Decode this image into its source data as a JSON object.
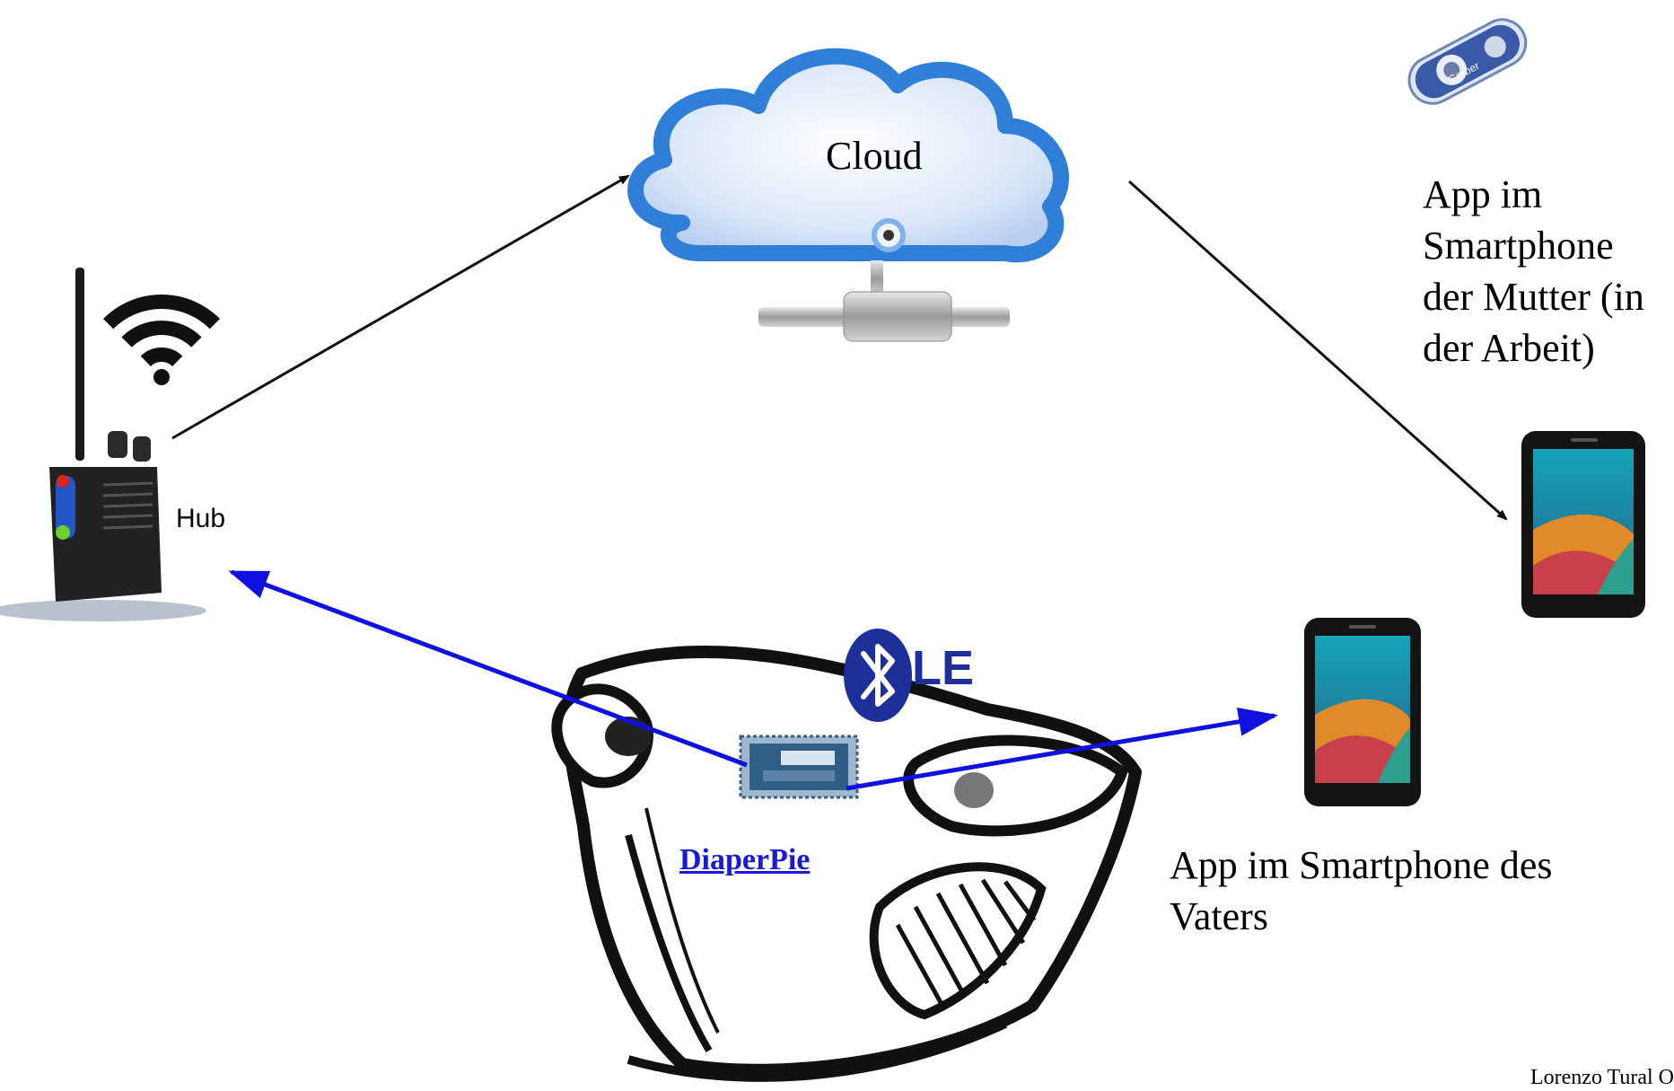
{
  "labels": {
    "cloud": "Cloud",
    "hub": "Hub",
    "mother_app": "App im Smartphone der Mutter (in der Arbeit)",
    "father_app": "App im Smartphone des Vaters",
    "diaperpie": "DiaperPie ",
    "author": "Lorenzo Tural Osorio",
    "ble": "LE",
    "gerber": "Gerber"
  },
  "icons": {
    "cloud": "cloud-server-icon",
    "hub": "walkie-talkie-icon",
    "wifi": "wifi-signal-icon",
    "bluetooth": "bluetooth-icon",
    "phone": "smartphone-icon",
    "diaper": "diaper-icon",
    "chip": "intel-edison-chip-icon",
    "dash_button": "gerber-dash-button-icon"
  },
  "colors": {
    "arrow_black": "#111111",
    "arrow_blue": "#1010e0",
    "cloud_fill": "#d6e4f7",
    "cloud_outline": "#2f7fd8",
    "bluetooth_blue": "#1e2f9a",
    "link_blue": "#1a1ad6"
  }
}
